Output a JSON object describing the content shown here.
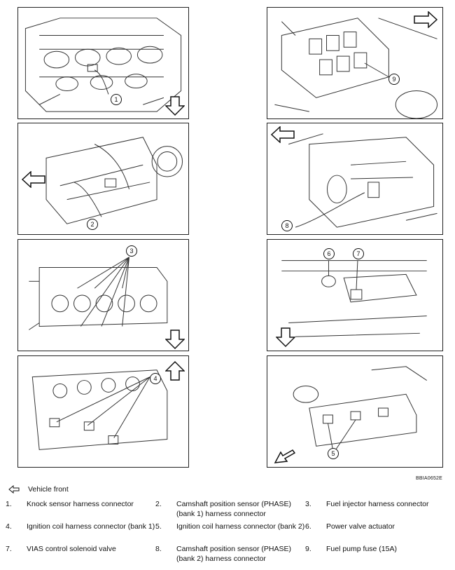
{
  "callouts": [
    "1",
    "2",
    "3",
    "4",
    "5",
    "6",
    "7",
    "8",
    "9"
  ],
  "figure_code": "BBIA0652E",
  "vehicle_front_label": "Vehicle front",
  "legend": [
    {
      "num": "1.",
      "text": "Knock sensor harness connector"
    },
    {
      "num": "2.",
      "text": "Camshaft position sensor (PHASE) (bank 1) harness connector"
    },
    {
      "num": "3.",
      "text": "Fuel injector harness connector"
    },
    {
      "num": "4.",
      "text": "Ignition coil harness connector (bank 1)"
    },
    {
      "num": "5.",
      "text": "Ignition coil harness connector (bank 2)"
    },
    {
      "num": "6.",
      "text": "Power valve actuator"
    },
    {
      "num": "7.",
      "text": "VIAS control solenoid valve"
    },
    {
      "num": "8.",
      "text": "Camshaft position sensor (PHASE) (bank 2) harness connector"
    },
    {
      "num": "9.",
      "text": "Fuel pump fuse (15A)"
    }
  ],
  "icons": {
    "vehicle_front": "hollow-arrow-left-icon",
    "panel_arrows": [
      "arrow-down-icon",
      "arrow-right-icon",
      "arrow-left-icon",
      "arrow-left-icon",
      "arrow-down-icon",
      "arrow-down-icon",
      "arrow-up-icon",
      "arrow-down-left-icon"
    ]
  }
}
